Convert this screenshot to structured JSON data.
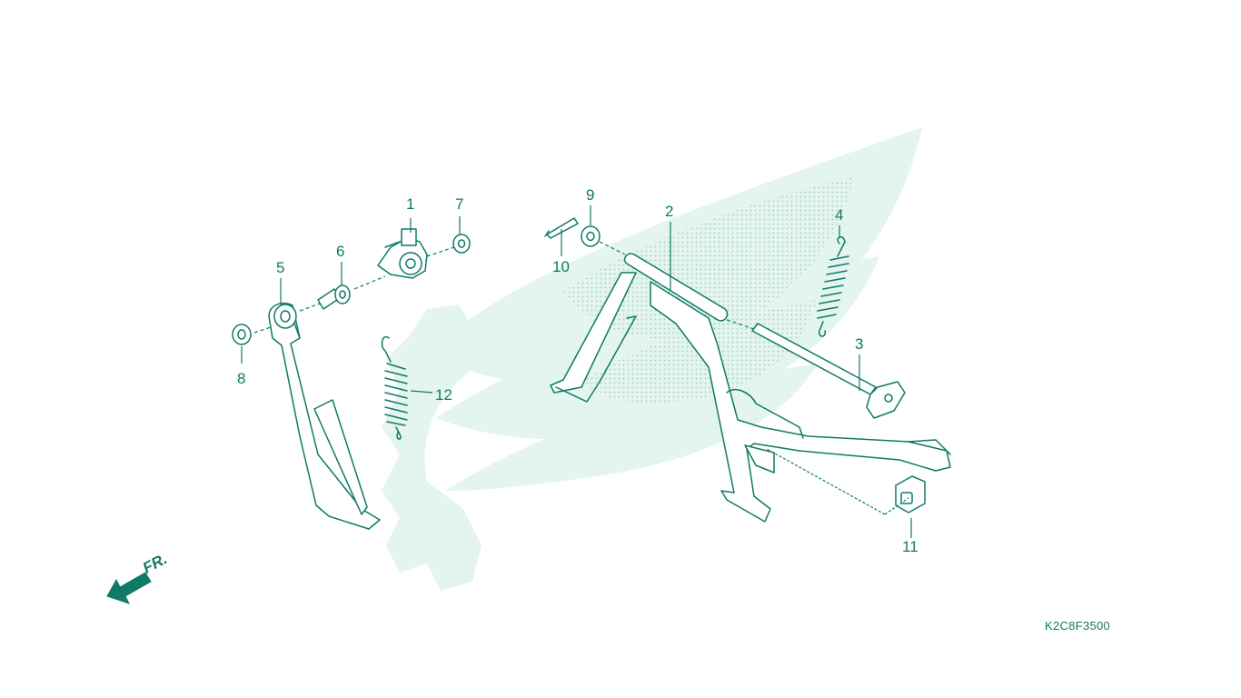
{
  "colors": {
    "line": "#0f7a66",
    "watermark": "#e4f4ee",
    "dots": "#9ccfbf"
  },
  "callouts": {
    "c1": "1",
    "c2": "2",
    "c3": "3",
    "c4": "4",
    "c5": "5",
    "c6": "6",
    "c7": "7",
    "c8": "8",
    "c9": "9",
    "c10": "10",
    "c11": "11",
    "c12": "12"
  },
  "direction_label": "FR.",
  "drawing_code": "K2C8F3500"
}
